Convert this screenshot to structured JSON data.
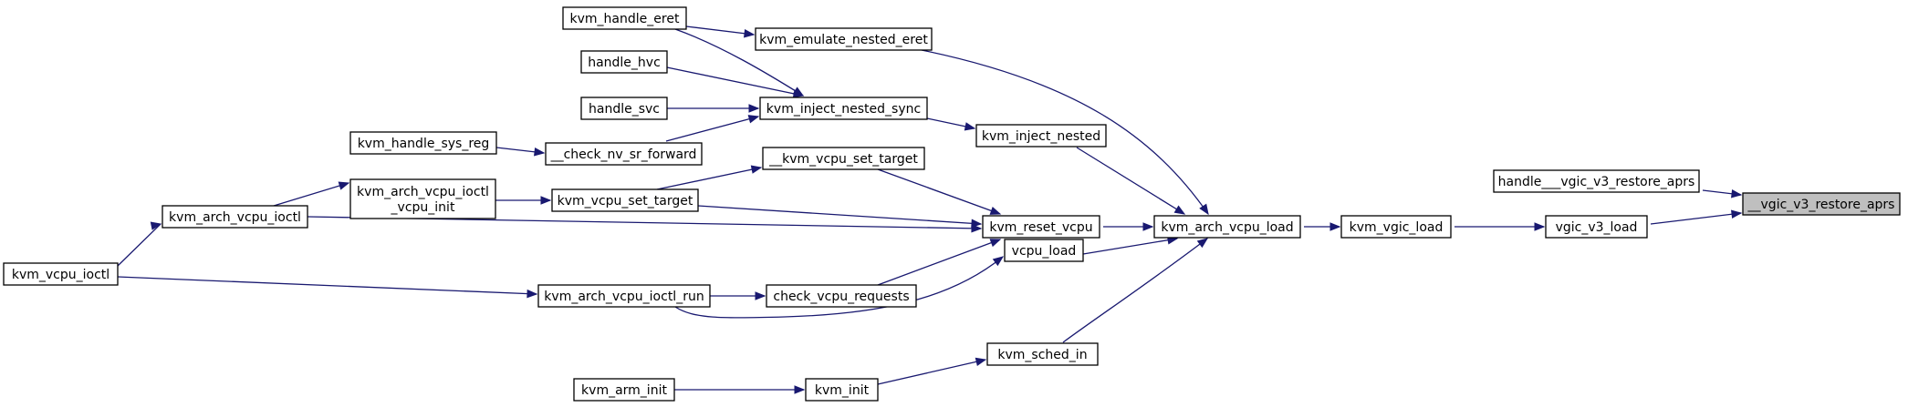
{
  "diagram": {
    "type": "caller-graph",
    "colors": {
      "edge": "#191970",
      "node_border": "#000000",
      "node_fill": "#ffffff",
      "highlight_fill": "#bfbfbf"
    },
    "nodes": [
      {
        "id": "n_target",
        "label": "__vgic_v3_restore_aprs",
        "highlight": true
      },
      {
        "id": "n_handle_restore",
        "label": "handle___vgic_v3_restore_aprs"
      },
      {
        "id": "n_vgic_v3_load",
        "label": "vgic_v3_load"
      },
      {
        "id": "n_kvm_vgic_load",
        "label": "kvm_vgic_load"
      },
      {
        "id": "n_kvm_arch_vcpu_load",
        "label": "kvm_arch_vcpu_load"
      },
      {
        "id": "n_kvm_emulate_nested_eret",
        "label": "kvm_emulate_nested_eret"
      },
      {
        "id": "n_kvm_inject_nested",
        "label": "kvm_inject_nested"
      },
      {
        "id": "n_kvm_reset_vcpu",
        "label": "kvm_reset_vcpu"
      },
      {
        "id": "n_vcpu_load",
        "label": "vcpu_load"
      },
      {
        "id": "n_kvm_sched_in",
        "label": "kvm_sched_in"
      },
      {
        "id": "n_kvm_handle_eret",
        "label": "kvm_handle_eret"
      },
      {
        "id": "n_kvm_inject_nested_sync",
        "label": "kvm_inject_nested_sync"
      },
      {
        "id": "n_handle_hvc",
        "label": "handle_hvc"
      },
      {
        "id": "n_handle_svc",
        "label": "handle_svc"
      },
      {
        "id": "n_check_nv_sr_forward",
        "label": "__check_nv_sr_forward"
      },
      {
        "id": "n_kvm_handle_sys_reg",
        "label": "kvm_handle_sys_reg"
      },
      {
        "id": "n___kvm_vcpu_set_target",
        "label": "__kvm_vcpu_set_target"
      },
      {
        "id": "n_kvm_vcpu_set_target",
        "label": "kvm_vcpu_set_target"
      },
      {
        "id": "n_kvm_arch_vcpu_ioctl_vcpu_init",
        "label_lines": [
          "kvm_arch_vcpu_ioctl",
          "_vcpu_init"
        ]
      },
      {
        "id": "n_kvm_arch_vcpu_ioctl",
        "label": "kvm_arch_vcpu_ioctl"
      },
      {
        "id": "n_kvm_vcpu_ioctl",
        "label": "kvm_vcpu_ioctl"
      },
      {
        "id": "n_check_vcpu_requests",
        "label": "check_vcpu_requests"
      },
      {
        "id": "n_kvm_arch_vcpu_ioctl_run",
        "label": "kvm_arch_vcpu_ioctl_run"
      },
      {
        "id": "n_kvm_init",
        "label": "kvm_init"
      },
      {
        "id": "n_kvm_arm_init",
        "label": "kvm_arm_init"
      }
    ],
    "edges": [
      {
        "from": "n_target",
        "to": "n_handle_restore"
      },
      {
        "from": "n_target",
        "to": "n_vgic_v3_load"
      },
      {
        "from": "n_vgic_v3_load",
        "to": "n_kvm_vgic_load"
      },
      {
        "from": "n_kvm_vgic_load",
        "to": "n_kvm_arch_vcpu_load"
      },
      {
        "from": "n_kvm_arch_vcpu_load",
        "to": "n_kvm_emulate_nested_eret"
      },
      {
        "from": "n_kvm_arch_vcpu_load",
        "to": "n_kvm_inject_nested"
      },
      {
        "from": "n_kvm_arch_vcpu_load",
        "to": "n_kvm_reset_vcpu"
      },
      {
        "from": "n_kvm_arch_vcpu_load",
        "to": "n_vcpu_load"
      },
      {
        "from": "n_kvm_arch_vcpu_load",
        "to": "n_kvm_sched_in"
      },
      {
        "from": "n_kvm_emulate_nested_eret",
        "to": "n_kvm_handle_eret"
      },
      {
        "from": "n_kvm_inject_nested",
        "to": "n_kvm_inject_nested_sync"
      },
      {
        "from": "n_kvm_inject_nested_sync",
        "to": "n_kvm_handle_eret"
      },
      {
        "from": "n_kvm_inject_nested_sync",
        "to": "n_handle_hvc"
      },
      {
        "from": "n_kvm_inject_nested_sync",
        "to": "n_handle_svc"
      },
      {
        "from": "n_kvm_inject_nested_sync",
        "to": "n_check_nv_sr_forward"
      },
      {
        "from": "n_check_nv_sr_forward",
        "to": "n_kvm_handle_sys_reg"
      },
      {
        "from": "n_kvm_reset_vcpu",
        "to": "n___kvm_vcpu_set_target"
      },
      {
        "from": "n_kvm_reset_vcpu",
        "to": "n_kvm_vcpu_set_target"
      },
      {
        "from": "n_kvm_reset_vcpu",
        "to": "n_kvm_arch_vcpu_ioctl"
      },
      {
        "from": "n_kvm_reset_vcpu",
        "to": "n_check_vcpu_requests"
      },
      {
        "from": "n___kvm_vcpu_set_target",
        "to": "n_kvm_vcpu_set_target"
      },
      {
        "from": "n_kvm_vcpu_set_target",
        "to": "n_kvm_arch_vcpu_ioctl_vcpu_init"
      },
      {
        "from": "n_kvm_arch_vcpu_ioctl_vcpu_init",
        "to": "n_kvm_arch_vcpu_ioctl"
      },
      {
        "from": "n_kvm_arch_vcpu_ioctl",
        "to": "n_kvm_vcpu_ioctl"
      },
      {
        "from": "n_check_vcpu_requests",
        "to": "n_kvm_arch_vcpu_ioctl_run"
      },
      {
        "from": "n_vcpu_load",
        "to": "n_kvm_arch_vcpu_ioctl_run"
      },
      {
        "from": "n_kvm_arch_vcpu_ioctl_run",
        "to": "n_kvm_vcpu_ioctl"
      },
      {
        "from": "n_kvm_sched_in",
        "to": "n_kvm_init"
      },
      {
        "from": "n_kvm_init",
        "to": "n_kvm_arm_init"
      }
    ]
  }
}
